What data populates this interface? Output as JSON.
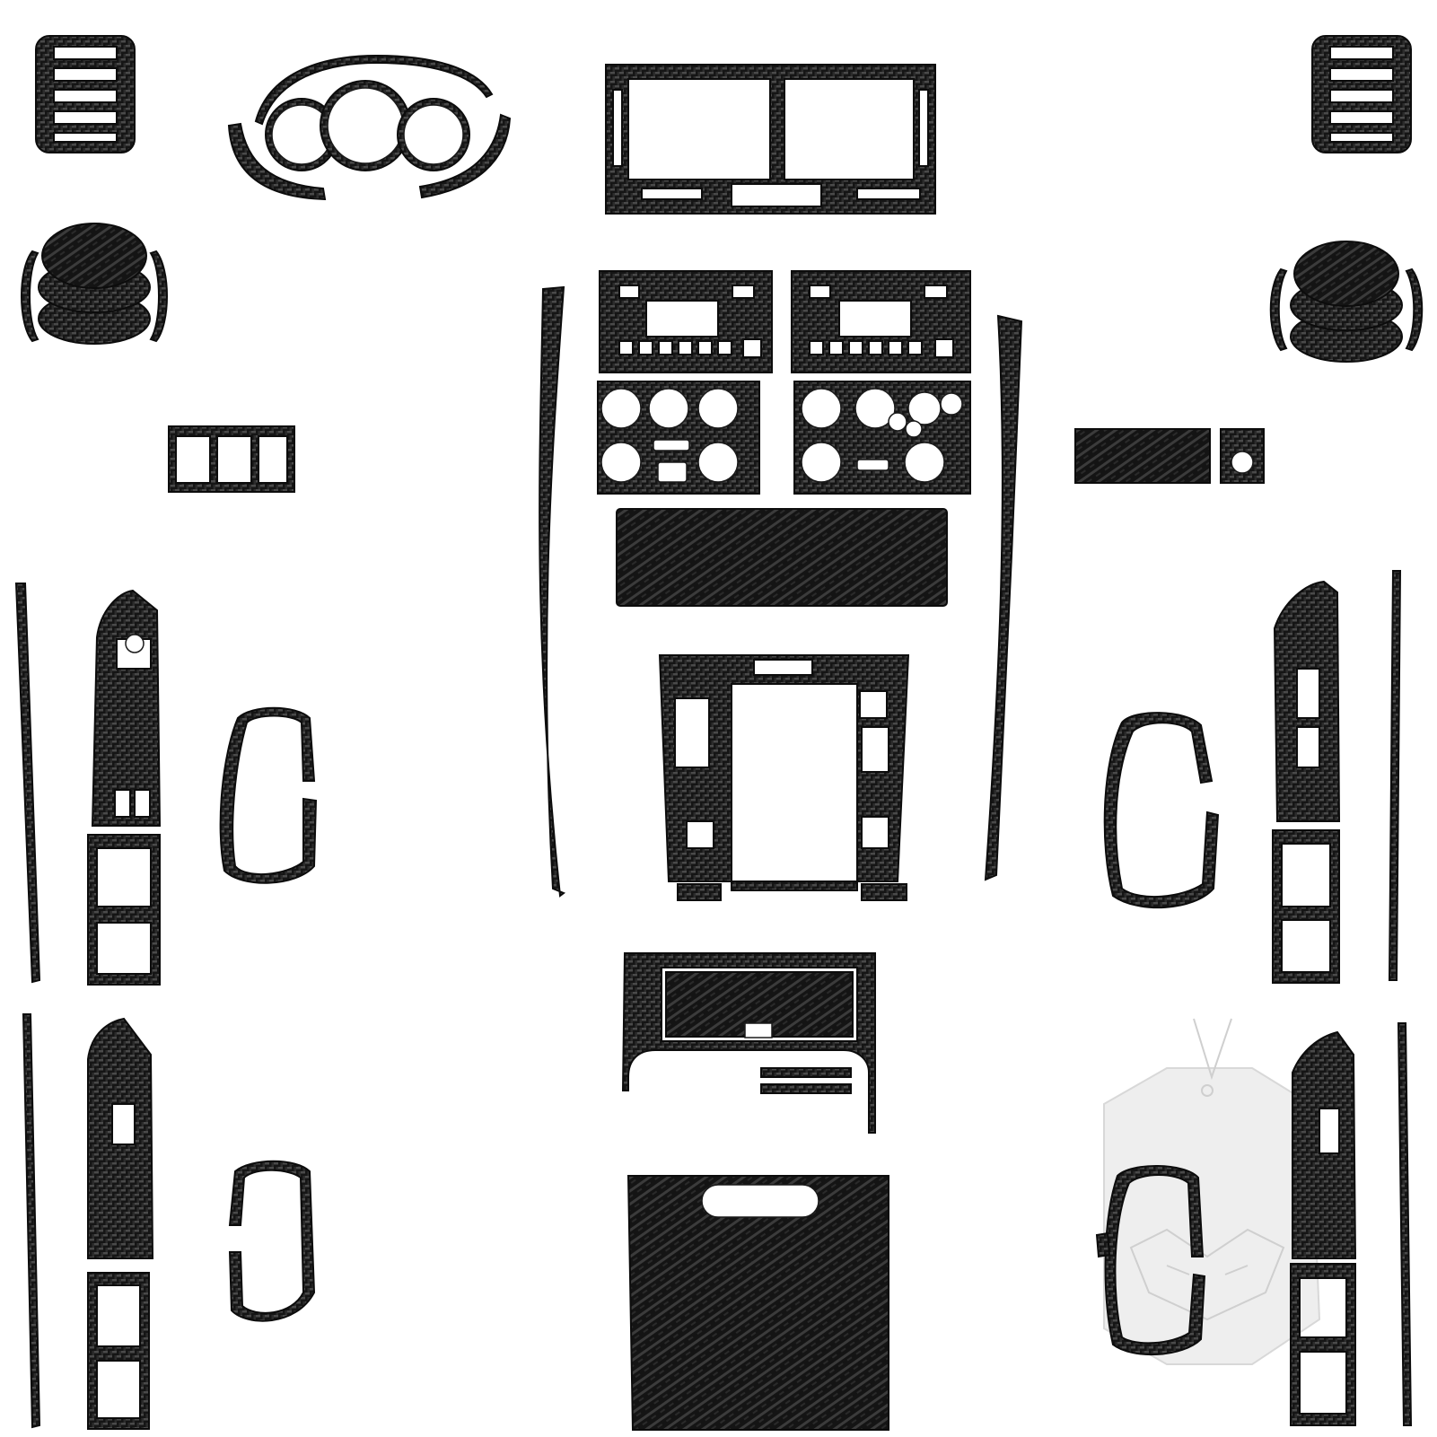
{
  "image": {
    "subject": "carbon-fiber-interior-trim-kit",
    "background_color": "#ffffff",
    "material_colors": {
      "base": "#151515",
      "weave_light": "#4a4a4a",
      "weave_mid": "#2c2c2c",
      "edge": "#0c0c0c"
    },
    "watermark_color": "#e6e6e6"
  },
  "parts": {
    "left_vent_ring_set": "vent-ring-set",
    "right_vent_ring_set": "vent-ring-set",
    "gauge_cluster_surround": "instrument-cluster-trim",
    "left_round_vent": "round-air-vent-trim",
    "right_round_vent": "round-air-vent-trim",
    "center_upper_vent_panel": "center-vent-panel",
    "radio_panel_left": "radio-bezel",
    "radio_panel_right": "radio-bezel",
    "climate_panel_left": "climate-control-bezel",
    "climate_panel_right": "climate-control-bezel",
    "center_storage_cover": "center-console-cover",
    "gear_shift_panel": "gear-shift-surround",
    "cup_holder_panel": "cup-holder-trim",
    "glove_box_panel": "glove-box-cover",
    "left_switch_trio": "triple-switch-trim",
    "right_small_pieces": "switch-trim-pieces",
    "side_strips": "console-side-strips",
    "door_window_panels": "window-switch-panels",
    "door_handle_frames": "door-handle-frames"
  }
}
